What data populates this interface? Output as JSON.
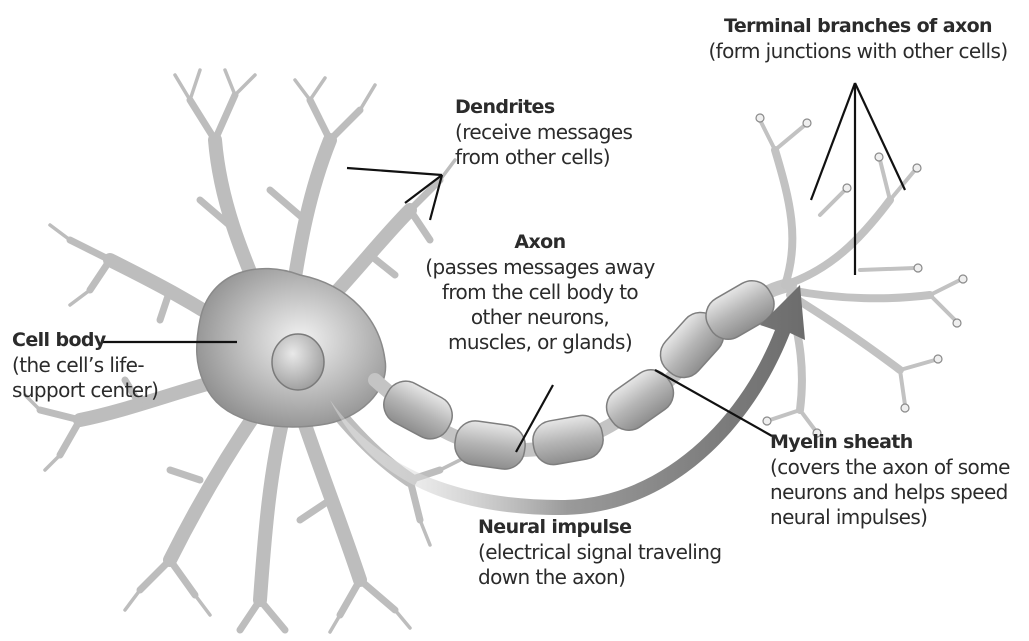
{
  "labels": {
    "terminal": {
      "title": "Terminal branches of axon",
      "desc": [
        "(form junctions with other cells)"
      ]
    },
    "dendrites": {
      "title": "Dendrites",
      "desc": [
        "(receive messages",
        "from other cells)"
      ]
    },
    "axon": {
      "title": "Axon",
      "desc": [
        "(passes messages away",
        "from the cell body to",
        "other neurons,",
        "muscles, or glands)"
      ]
    },
    "cell_body": {
      "title": "Cell body",
      "desc": [
        "(the cell’s life-",
        "support center)"
      ]
    },
    "myelin": {
      "title": "Myelin sheath",
      "desc": [
        "(covers the axon of some",
        "neurons and helps speed",
        "neural impulses)"
      ]
    },
    "impulse": {
      "title": "Neural impulse",
      "desc": [
        "(electrical signal traveling",
        "down the axon)"
      ]
    }
  },
  "colors": {
    "cell_fill": "#cdcdcd",
    "cell_stroke": "#8a8a8a",
    "arrow": "#7a7a7a",
    "leader_line": "#111111",
    "text": "#2b2b2b"
  }
}
